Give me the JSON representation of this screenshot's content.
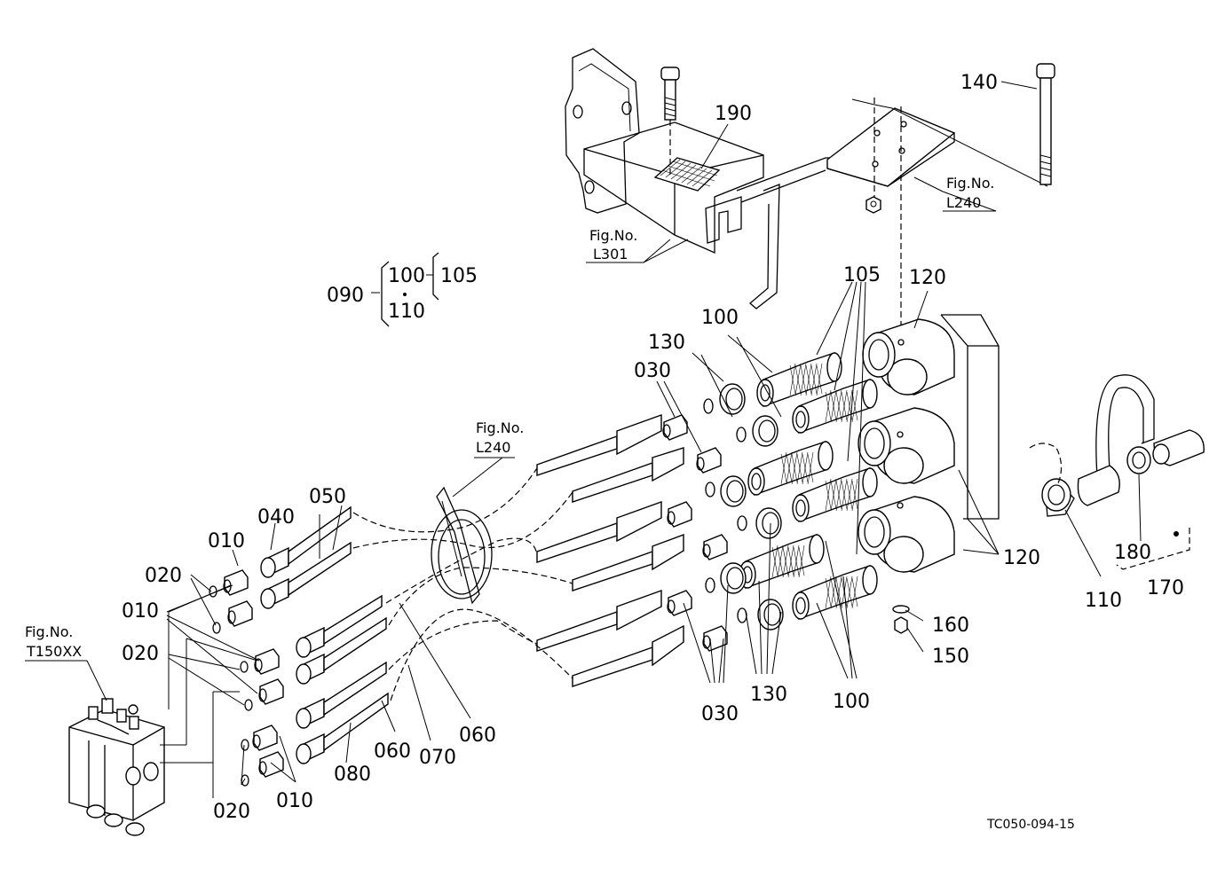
{
  "drawing_code": "TC050-094-15",
  "figure_refs": {
    "ref_L301": {
      "prefix": "Fig.No.",
      "number": "L301"
    },
    "ref_L240_top": {
      "prefix": "Fig.No.",
      "number": "L240"
    },
    "ref_L240_mid": {
      "prefix": "Fig.No.",
      "number": "L240"
    },
    "ref_T150XX": {
      "prefix": "Fig.No.",
      "number": "T150XX"
    }
  },
  "callouts": {
    "p190": "190",
    "p140": "140",
    "g090": "090",
    "g100": "100",
    "g105": "105",
    "g110": "110",
    "p105_top": "105",
    "p120_top": "120",
    "p100_top": "100",
    "p130_top": "130",
    "p030_top": "030",
    "p050": "050",
    "p040": "040",
    "p010_a": "010",
    "p020_a": "020",
    "p010_b": "010",
    "p020_b": "020",
    "p020_c": "020",
    "p010_c": "010",
    "p080": "080",
    "p060_a": "060",
    "p070": "070",
    "p060_b": "060",
    "p030_bot": "030",
    "p130_bot": "130",
    "p100_bot": "100",
    "p120_right": "120",
    "p110_right": "110",
    "p180": "180",
    "p170": "170",
    "p160": "160",
    "p150": "150"
  }
}
